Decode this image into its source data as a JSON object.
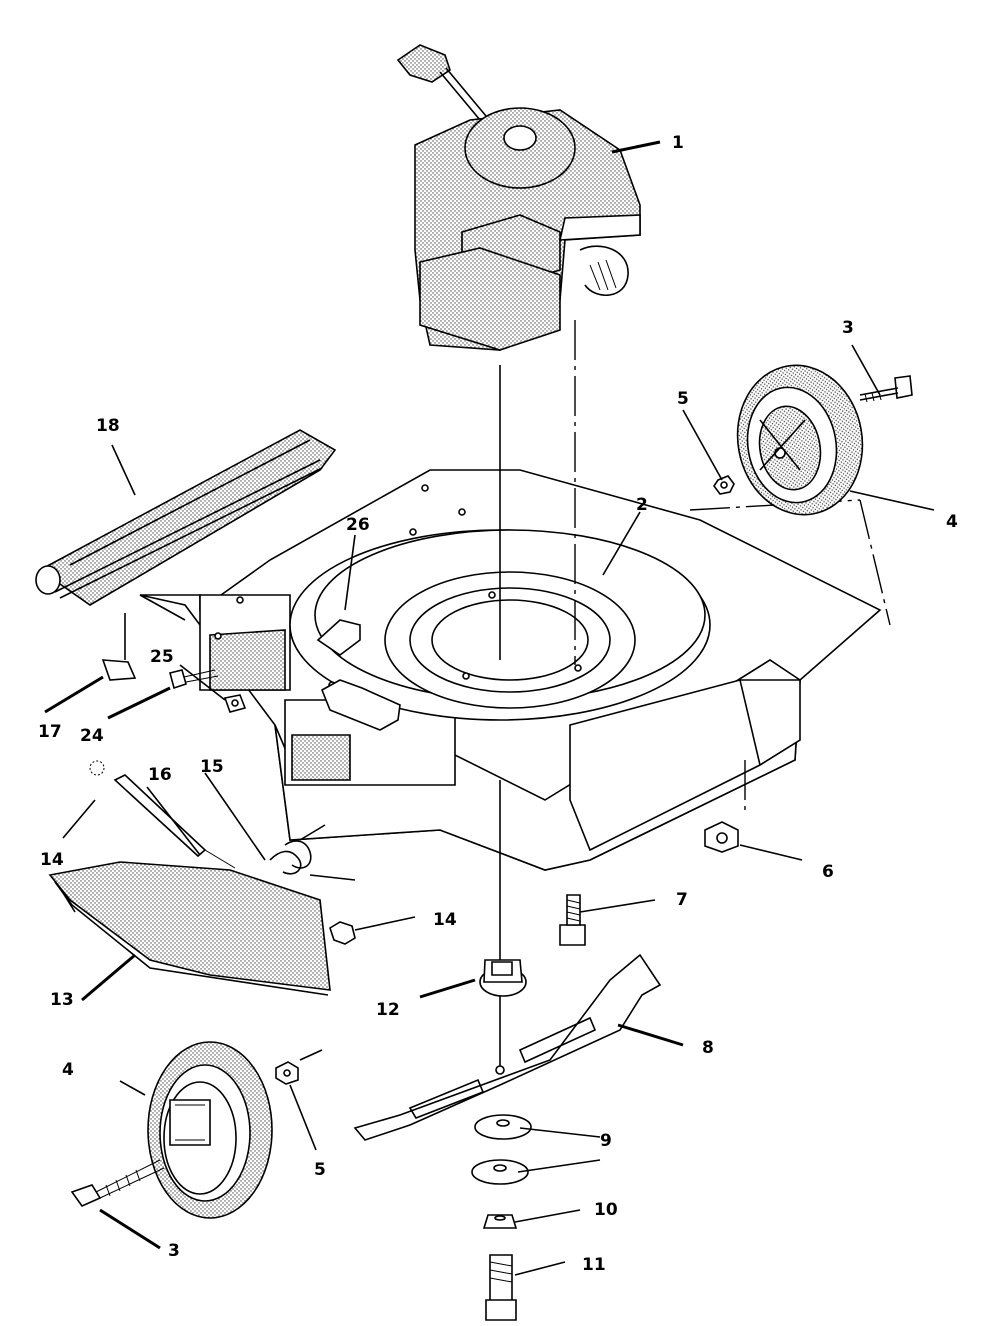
{
  "callouts": {
    "c1": "1",
    "c2": "2",
    "c3a": "3",
    "c3b": "3",
    "c4a": "4",
    "c4b": "4",
    "c5a": "5",
    "c5b": "5",
    "c6": "6",
    "c7": "7",
    "c8": "8",
    "c9": "9",
    "c10": "10",
    "c11": "11",
    "c12": "12",
    "c13": "13",
    "c14a": "14",
    "c14b": "14",
    "c15": "15",
    "c16": "16",
    "c17": "17",
    "c18": "18",
    "c24": "24",
    "c25": "25",
    "c26": "26"
  }
}
